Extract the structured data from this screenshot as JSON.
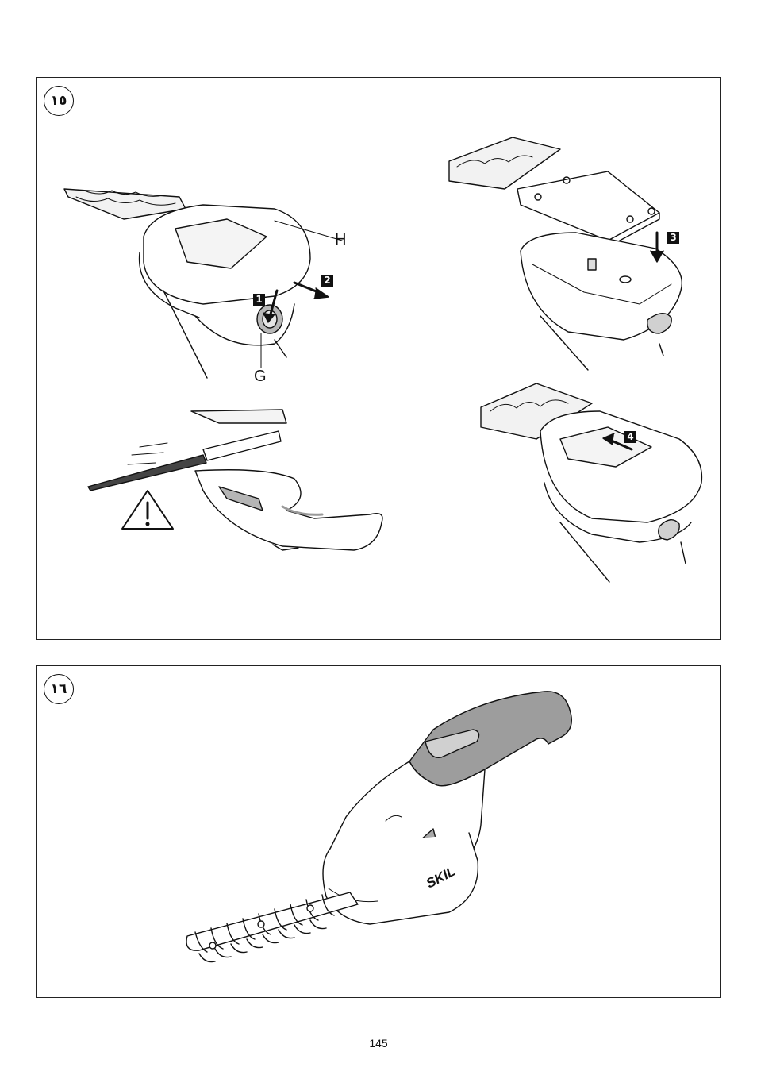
{
  "figure_15": {
    "badge": "١٥",
    "labels": {
      "H": "H",
      "G": "G"
    },
    "steps": [
      "1",
      "2",
      "3",
      "4"
    ]
  },
  "figure_16": {
    "badge": "١٦",
    "brand": "SKIL"
  },
  "page_number": "145"
}
